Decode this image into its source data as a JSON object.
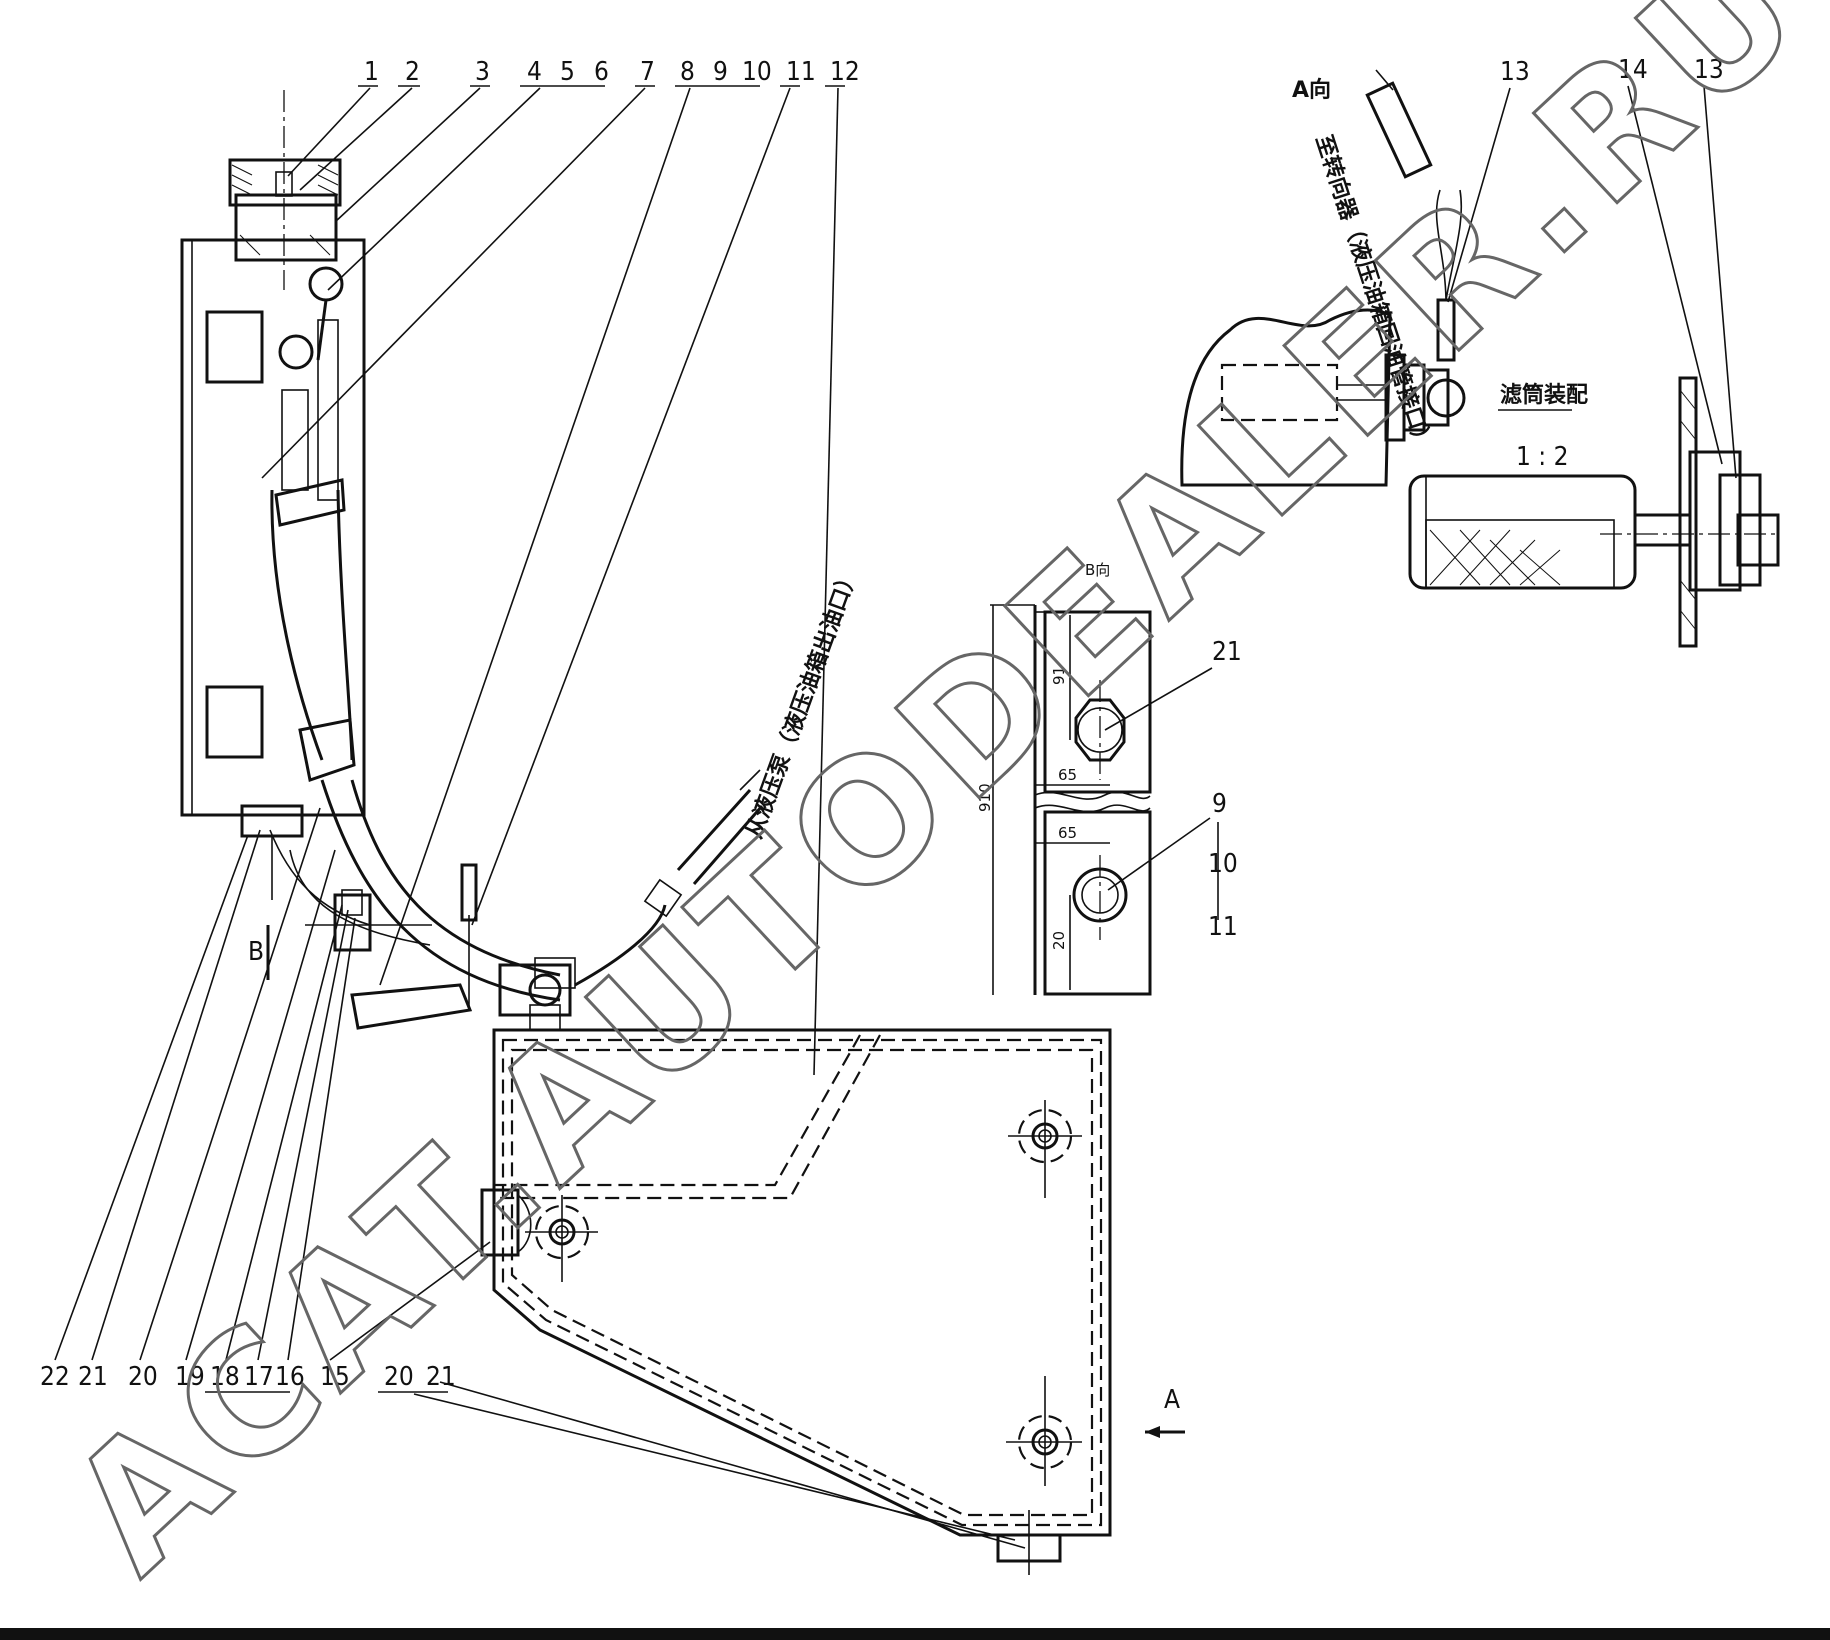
{
  "callouts_top": [
    "1",
    "2",
    "3",
    "4",
    "5",
    "6",
    "7",
    "8",
    "9",
    "10",
    "11",
    "12"
  ],
  "callouts_bottom": [
    "22",
    "21",
    "20",
    "19",
    "18",
    "17",
    "16",
    "15"
  ],
  "callouts_bottom_boxed": [
    "20",
    "21"
  ],
  "callouts_right": [
    "13",
    "14",
    "13"
  ],
  "callouts_section": [
    "21",
    "9",
    "10",
    "11"
  ],
  "view_a_title": "A向",
  "view_b_title": "B向",
  "view_a_arrow": "A",
  "view_b_arrow": "B",
  "filter_title": "滤筒装配",
  "scale_label": "1 : 2",
  "note_upper": "至转向器（液压油箱回油管接口）",
  "note_lower": "从液压泵（液压油箱出油口）",
  "dim_91": "91",
  "dim_65a": "65",
  "dim_65b": "65",
  "dim_20": "20",
  "dim_total": "910",
  "watermark": "ACAT.AUTODEALER.RU"
}
